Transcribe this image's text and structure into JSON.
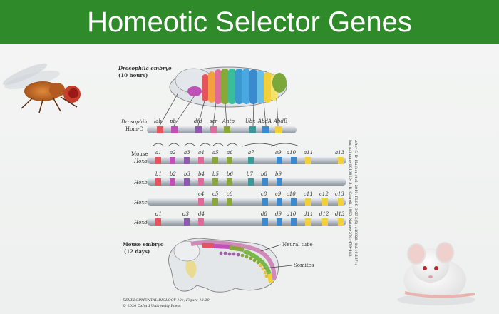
{
  "title": "Homeotic Selector Genes",
  "diagram": {
    "drosophila_embryo_label": [
      "Drosophila embryo",
      "(10 hours)"
    ],
    "drosophila_complex_label": [
      "Drosophila",
      "Hom-C"
    ],
    "drosophila_genes": [
      "lab",
      "pb",
      "dfd",
      "scr",
      "Antp",
      "Ubx",
      "AbdA",
      "AbdB"
    ],
    "hoxa": {
      "label": [
        "Mouse",
        "Hoxa"
      ],
      "genes": [
        "a1",
        "a2",
        "a3",
        "a4",
        "a5",
        "a6",
        "a7",
        "a9",
        "a10",
        "a11",
        "a13"
      ]
    },
    "hoxb": {
      "label": "Hoxb",
      "genes": [
        "b1",
        "b2",
        "b3",
        "b4",
        "b5",
        "b6",
        "b7",
        "b8",
        "b9"
      ]
    },
    "hoxc": {
      "label": "Hoxc",
      "genes": [
        "c4",
        "c5",
        "c6",
        "c8",
        "c9",
        "c10",
        "c11",
        "c12",
        "c13"
      ]
    },
    "hoxd": {
      "label": "Hoxd",
      "genes": [
        "d1",
        "d3",
        "d4",
        "d8",
        "d9",
        "d10",
        "d11",
        "d12",
        "d13"
      ]
    },
    "mouse_embryo_label": [
      "Mouse embryo",
      "(12 days)"
    ],
    "neural_tube_label": "Neural tube",
    "somites_label": "Somites",
    "credit": [
      "DEVELOPMENTAL BIOLOGY 12e, Figure 12.20",
      "© 2020 Oxford University Press"
    ],
    "side_citation": [
      "After S. D. Hueber et al. 2010. PLOS ONE 5(5): e10820. doi:10.1371/",
      "journal.pone.0010820; S. B. Carroll. 1995. Nature 376: 479–485."
    ]
  },
  "colors": {
    "title_bar": "#2f8a2a",
    "lab": "#e8525c",
    "pb": "#c050b8",
    "dfd": "#8e5ab0",
    "scr": "#e06a9a",
    "antp": "#8aa83a",
    "ubx": "#3a9a9a",
    "abda": "#3a8ad0",
    "abdb": "#f2d03a"
  }
}
